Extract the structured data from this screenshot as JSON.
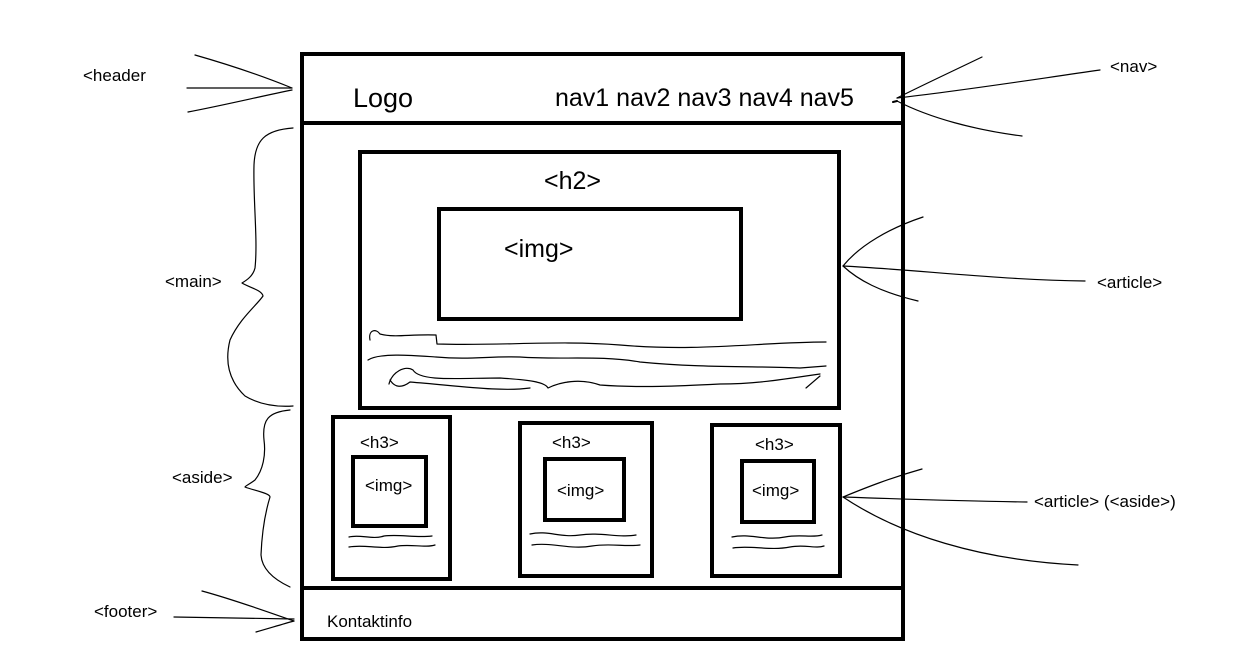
{
  "labels": {
    "header": "<header",
    "nav": "<nav>",
    "main": "<main>",
    "article": "<article>",
    "aside": "<aside>",
    "aside_article": "<article> (<aside>)",
    "footer": "<footer>"
  },
  "page": {
    "logo": "Logo",
    "nav_items": [
      "nav1",
      "nav2",
      "nav3",
      "nav4",
      "nav5"
    ],
    "main_heading": "<h2>",
    "main_image": "<img>",
    "cards": [
      {
        "heading": "<h3>",
        "image": "<img>"
      },
      {
        "heading": "<h3>",
        "image": "<img>"
      },
      {
        "heading": "<h3>",
        "image": "<img>"
      }
    ],
    "footer_text": "Kontaktinfo"
  }
}
